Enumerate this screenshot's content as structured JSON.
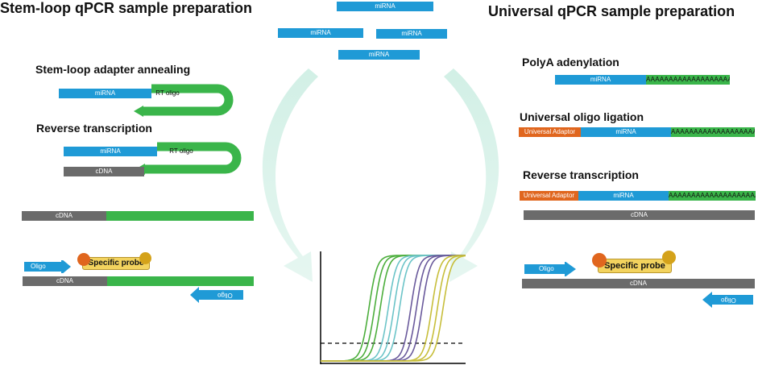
{
  "left": {
    "title": "Stem-loop qPCR sample preparation",
    "step1": "Stem-loop adapter annealing",
    "step2": "Reverse transcription",
    "mirna": "miRNA",
    "rt_oligo": "RT oligo",
    "cdna": "cDNA",
    "oligo": "Oligo",
    "specific_probe": "Specific probe"
  },
  "center": {
    "mirna_labels": [
      "miRNA",
      "miRNA",
      "miRNA",
      "miRNA"
    ]
  },
  "right": {
    "title": "Universal qPCR sample preparation",
    "step1": "PolyA adenylation",
    "step2": "Universal oligo ligation",
    "step3": "Reverse transcription",
    "mirna": "miRNA",
    "polya": "AAAAAAAAAAAAAAAAAAA",
    "polya_long": "AAAAAAAAAAAAAAAAAAAA",
    "universal_adaptor": "Universal Adaptor",
    "cdna": "cDNA",
    "oligo": "Oligo",
    "specific_probe": "Specific probe"
  },
  "colors": {
    "mirna": "#1f9ad6",
    "rt_oligo": "#3ab54a",
    "cdna": "#6b6b6b",
    "adaptor": "#e0661e",
    "probe": "#f3d35e",
    "curve_green": "#4cae3c",
    "curve_teal": "#6cc4c8",
    "curve_purple": "#6a5a9c",
    "curve_olive": "#c7be3a"
  }
}
